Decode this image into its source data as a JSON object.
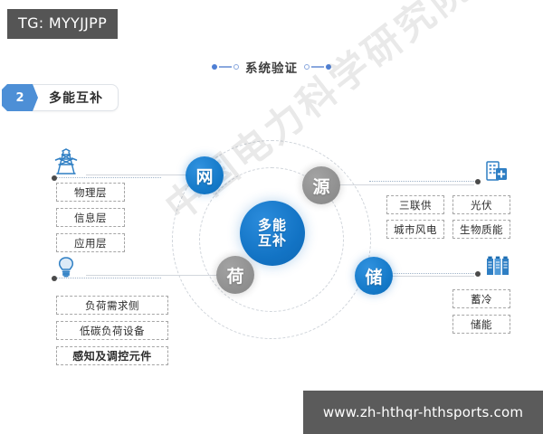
{
  "tag": {
    "text": "TG: MYYJJPP"
  },
  "section": {
    "title": "系统验证"
  },
  "step": {
    "number": "2",
    "label": "多能互补"
  },
  "core": {
    "line1": "多能",
    "line2": "互补"
  },
  "nodes": [
    {
      "key": "wang",
      "label": "网",
      "color": "#1479c8",
      "style": "blue"
    },
    {
      "key": "yuan",
      "label": "源",
      "color": "#8d8d8d",
      "style": "gray"
    },
    {
      "key": "he",
      "label": "荷",
      "color": "#8d8d8d",
      "style": "gray"
    },
    {
      "key": "chu",
      "label": "储",
      "color": "#1479c8",
      "style": "blue"
    }
  ],
  "groups": {
    "grid": {
      "icon": "transmission-tower-icon",
      "items": [
        "物理层",
        "信息层",
        "应用层"
      ]
    },
    "load": {
      "icon": "light-bulb-icon",
      "items": [
        "负荷需求侧",
        "低碳负荷设备",
        "感知及调控元件"
      ]
    },
    "source": {
      "icon": "building-plus-icon",
      "items": [
        "三联供",
        "光伏",
        "城市风电",
        "生物质能"
      ]
    },
    "storage": {
      "icon": "battery-rack-icon",
      "items": [
        "蓄冷",
        "储能"
      ]
    }
  },
  "watermarks": {
    "diagonal": "中国电力科学研究院",
    "footer": "www.zh-hthqr-hthsports.com"
  },
  "colors": {
    "blue": "#1479c8",
    "gray": "#8d8d8d",
    "step_blue": "#4d8fd6",
    "tag_bg": "#555555",
    "watermark_bg": "#5b5b5b",
    "dash_border": "#a6a6a6",
    "ring": "#cfd4da"
  }
}
